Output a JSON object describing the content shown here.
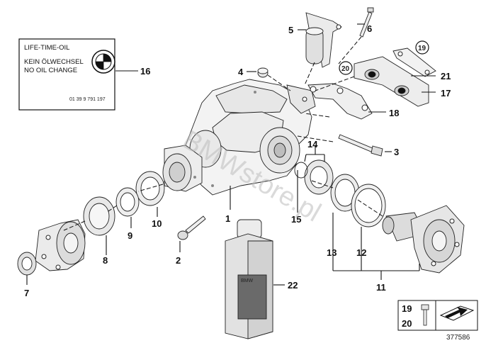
{
  "label_card": {
    "line1": "LIFE-TIME-OIL",
    "line2": "KEIN ÖLWECHSEL",
    "line3": "NO OIL CHANGE",
    "part_no": "01 39 9 791 197"
  },
  "bottle_text": "BMW",
  "watermark": "BMWstore.pl",
  "callouts": {
    "c1": "1",
    "c2": "2",
    "c3": "3",
    "c4": "4",
    "c5": "5",
    "c6": "6",
    "c7": "7",
    "c8": "8",
    "c9": "9",
    "c10": "10",
    "c11": "11",
    "c12": "12",
    "c13": "13",
    "c14": "14",
    "c15": "15",
    "c16": "16",
    "c17": "17",
    "c18": "18",
    "c19": "19",
    "c20": "20",
    "c21": "21",
    "c22": "22"
  },
  "legend": {
    "n19": "19",
    "n20": "20"
  },
  "diagram_number": "377586"
}
